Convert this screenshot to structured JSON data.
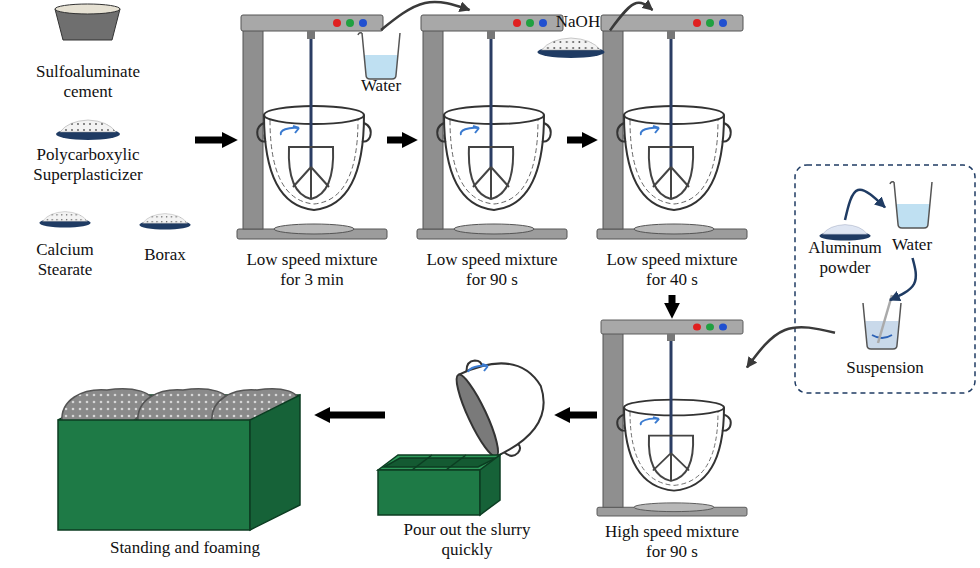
{
  "diagram": {
    "nodes": [
      {
        "text": [
          "Sulfoaluminate cement",
          "Polycarboxylic Superplasticizer",
          "Calcium Stearate",
          "Borax"
        ]
      },
      {
        "text": [
          "Low speed mixture for 3 min"
        ]
      },
      {
        "text": [
          "Water"
        ]
      },
      {
        "text": [
          "Low speed mixture for 90 s"
        ]
      },
      {
        "text": [
          "NaOH"
        ]
      },
      {
        "text": [
          "Low speed mixture for 40 s"
        ]
      },
      {
        "text": [
          "Aluminum powder"
        ]
      },
      {
        "text": [
          "Water"
        ]
      },
      {
        "text": [
          "Suspension"
        ]
      },
      {
        "text": [
          "High speed mixture for 90 s"
        ]
      },
      {
        "text": [
          "Pour out the slurry quickly"
        ]
      },
      {
        "text": [
          "Standing and foaming"
        ]
      }
    ],
    "edges": [
      {
        "from": 0,
        "to": 1,
        "arrow": "to"
      },
      {
        "from": 1,
        "to": 3,
        "arrow": "to"
      },
      {
        "from": 2,
        "to": 3,
        "arrow": "to"
      },
      {
        "from": 3,
        "to": 5,
        "arrow": "to"
      },
      {
        "from": 4,
        "to": 5,
        "arrow": "to"
      },
      {
        "from": 5,
        "to": 9,
        "arrow": "to"
      },
      {
        "from": 6,
        "to": 7,
        "arrow": "to"
      },
      {
        "from": 7,
        "to": 8,
        "arrow": "to"
      },
      {
        "from": 8,
        "to": 9,
        "arrow": "to"
      },
      {
        "from": 9,
        "to": 10,
        "arrow": "to"
      },
      {
        "from": 10,
        "to": 11,
        "arrow": "to"
      }
    ]
  }
}
